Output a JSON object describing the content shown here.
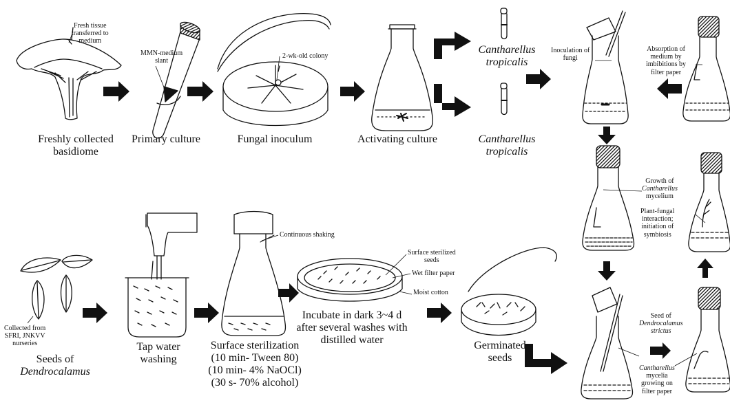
{
  "labels": {
    "fresh_tissue": [
      "Fresh tissue",
      "transferred to",
      "medium"
    ],
    "mmn_slant": [
      "MMN-medium",
      "slant"
    ],
    "colony": "2-wk-old colony",
    "inoculation": [
      "Inoculation of",
      "fungi"
    ],
    "absorption": [
      "Absorption of",
      "medium by",
      "imbibitions by",
      "filter paper"
    ],
    "growth": [
      "Growth of",
      "Cantharellus",
      "mycelium"
    ],
    "plant_fungal": [
      "Plant-fungal",
      "interaction;",
      "initiation of",
      "symbiosis"
    ],
    "continuous_shaking": "Continuous shaking",
    "surface_sterilized_seeds": [
      "Surface sterilized",
      "seeds"
    ],
    "wet_filter_paper": "Wet filter paper",
    "moist_cotton": "Moist cotton",
    "collected_from": [
      "Collected from",
      "SFRI, JNKVV",
      "nurseries"
    ],
    "seed_of": [
      "Seed of",
      "Dendrocalamus",
      "strictus"
    ],
    "mycelia_growing": [
      "Cantharellus",
      "mycelia",
      "growing on",
      "filter paper"
    ]
  },
  "captions": {
    "freshly_collected": [
      "Freshly collected",
      "basidiome"
    ],
    "primary_culture": "Primary culture",
    "fungal_inoculum": "Fungal inoculum",
    "activating_culture": "Activating culture",
    "cantharellus_top": [
      "Cantharellus",
      "tropicalis"
    ],
    "cantharellus_bottom": [
      "Cantharellus",
      "tropicalis"
    ],
    "seeds_of": [
      "Seeds of",
      "Dendrocalamus"
    ],
    "tap_water": [
      "Tap water",
      "washing"
    ],
    "surface_sterilization": [
      "Surface sterilization",
      "(10 min- Tween 80)",
      "(10 min- 4% NaOCl)",
      "(30 s- 70% alcohol)"
    ],
    "incubate": [
      "Incubate in dark 3~4 d",
      "after several washes with",
      "distilled water"
    ],
    "germinated": [
      "Germinated",
      "seeds"
    ]
  },
  "colors": {
    "ink": "#111111",
    "background": "#ffffff",
    "arrow": "#111111"
  },
  "icons": [
    "mushroom-icon",
    "test-tube-icon",
    "petri-dish-icon",
    "flask-icon",
    "tap-icon",
    "beaker-icon",
    "leaf-icon",
    "arrow-icon"
  ]
}
